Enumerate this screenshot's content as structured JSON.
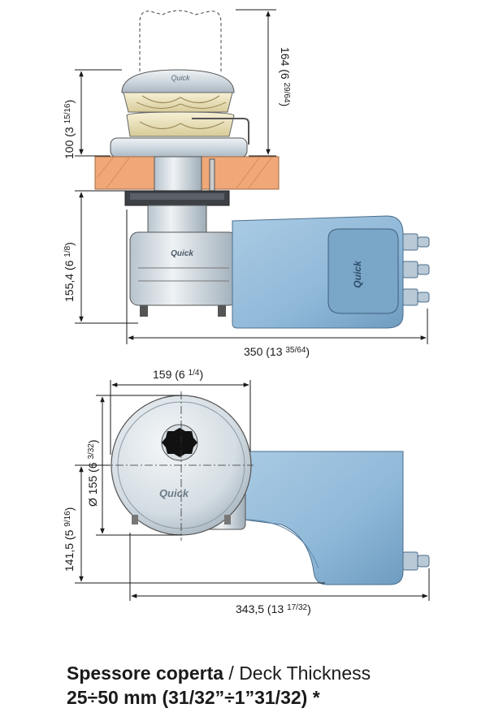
{
  "dimensions": {
    "height_top": {
      "main": "164 (6 ",
      "frac": "29/64",
      "close": ")"
    },
    "height_base": {
      "main": "100 (3 ",
      "frac": "15/16",
      "close": ")"
    },
    "height_body": {
      "main": "155,4 (6 ",
      "frac": "1/8",
      "close": ")"
    },
    "length_side": {
      "main": "350 (13 ",
      "frac": "35/64",
      "close": ")"
    },
    "width_front": {
      "main": "159 (6 ",
      "frac": "1/4",
      "close": ")"
    },
    "diameter": {
      "main": "Ø 155 (6 ",
      "frac": "3/32",
      "close": ")"
    },
    "height_front": {
      "main": "141,5 (5 ",
      "frac": "9/16",
      "close": ")"
    },
    "length_top": {
      "main": "343,5 (13 ",
      "frac": "17/32",
      "close": ")"
    }
  },
  "brand": "Quick",
  "caption": {
    "title_bold": "Spessore coperta",
    "title_rest": " / Deck Thickness",
    "thickness": "25÷50 mm (31/32”÷1”31/32) *"
  },
  "colors": {
    "housing_blue": "#8fb8d8",
    "drum_silver": "#d4dde3",
    "deck_orange": "#f0a878",
    "gypsy_cream": "#efe7c6"
  }
}
